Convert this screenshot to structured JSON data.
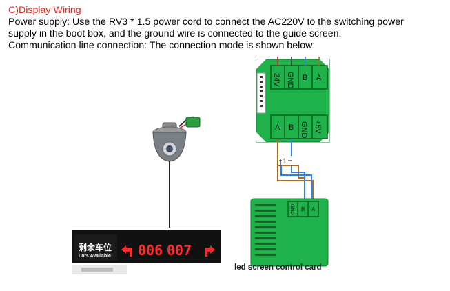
{
  "heading": "C)Display Wiring",
  "paragraph1_line1": "Power supply: Use the RV3 * 1.5 power cord to connect the AC220V to the switching power",
  "paragraph1_line2": "supply in the boot box, and the ground wire is connected to the guide screen.",
  "paragraph2": "Communication line connection: The connection mode is shown below:",
  "boot_board": {
    "top_pins": [
      "24V",
      "GND",
      "B",
      "A"
    ],
    "bottom_pins": [
      "A",
      "B",
      "GND",
      "+5V"
    ]
  },
  "card": {
    "pins": [
      "GND",
      "B",
      "A"
    ],
    "caption": "led screen control card"
  },
  "wire_label": "1",
  "led_display": {
    "chinese_text": "剩余车位",
    "english_text": "Lots Available",
    "left_count": "006",
    "right_count": "007"
  },
  "colors": {
    "board_green": "#1fb24a",
    "wire_blue": "#2f7fe0",
    "wire_brown": "#b06a1d",
    "led_red": "#ff2a2a",
    "heading_red": "#e8261c"
  },
  "icons": [
    "left-arrow-icon",
    "right-arrow-icon",
    "parking-sensor-camera"
  ]
}
